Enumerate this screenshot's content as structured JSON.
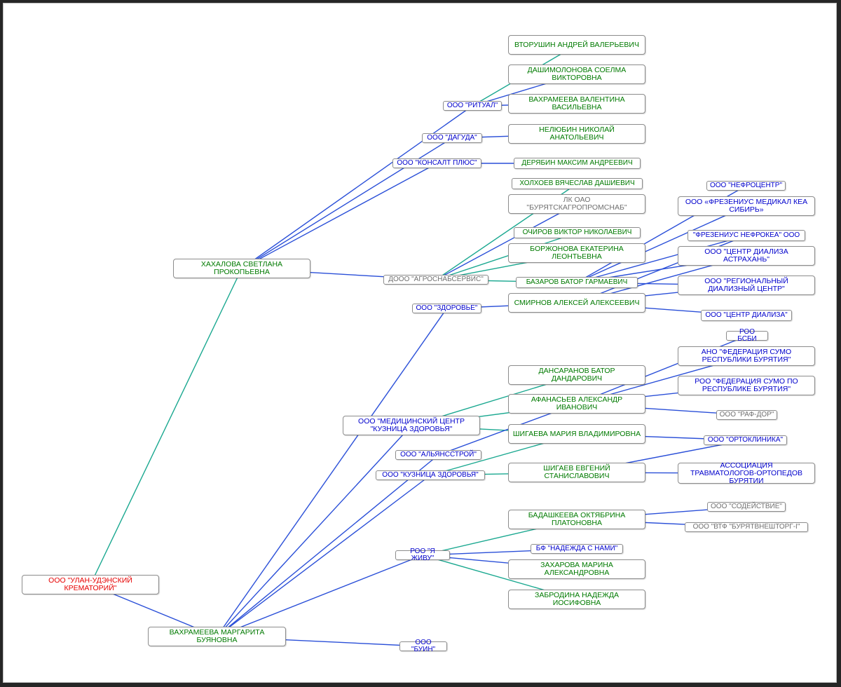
{
  "colors": {
    "person": "#007a00",
    "org": "#0000cc",
    "inactive": "#707070",
    "root": "#e60000",
    "edge_blue": "#2a4fd8",
    "edge_teal": "#1aa890"
  },
  "nodes": {
    "root": {
      "label": "ООО \"УЛАН-УДЭНСКИЙ\nКРЕМАТОРИЙ\"",
      "kind": "root"
    },
    "khakhalova": {
      "label": "ХАХАЛОВА СВЕТЛАНА\nПРОКОПЬЕВНА",
      "kind": "person"
    },
    "vakhrameeva_m": {
      "label": "ВАХРАМЕЕВА МАРГАРИТА\nБУЯНОВНА",
      "kind": "person"
    },
    "vtorushin": {
      "label": "ВТОРУШИН АНДРЕЙ ВАЛЕРЬЕВИЧ",
      "kind": "person"
    },
    "dashimolonova": {
      "label": "ДАШИМОЛОНОВА СОЕЛМА\nВИКТОРОВНА",
      "kind": "person"
    },
    "vakhrameeva_v": {
      "label": "ВАХРАМЕЕВА ВАЛЕНТИНА\nВАСИЛЬЕВНА",
      "kind": "person"
    },
    "nelyubin": {
      "label": "НЕЛЮБИН НИКОЛАЙ\nАНАТОЛЬЕВИЧ",
      "kind": "person"
    },
    "deryabin": {
      "label": "ДЕРЯБИН МАКСИМ АНДРЕЕВИЧ",
      "kind": "person"
    },
    "kholkhoev": {
      "label": "ХОЛХОЕВ ВЯЧЕСЛАВ ДАШИЕВИЧ",
      "kind": "person"
    },
    "lk_oao": {
      "label": "ЛК ОАО\n\"БУРЯТСКАГРОПРОМСНАБ\"",
      "kind": "inactive"
    },
    "ochirov": {
      "label": "ОЧИРОВ ВИКТОР НИКОЛАЕВИЧ",
      "kind": "person"
    },
    "borzhonova": {
      "label": "БОРЖОНОВА ЕКАТЕРИНА\nЛЕОНТЬЕВНА",
      "kind": "person"
    },
    "bazarov": {
      "label": "БАЗАРОВ БАТОР ГАРМАЕВИЧ",
      "kind": "person"
    },
    "smirnov": {
      "label": "СМИРНОВ АЛЕКСЕЙ АЛЕКСЕЕВИЧ",
      "kind": "person"
    },
    "nefrocentr": {
      "label": "ООО \"НЕФРОЦЕНТР\"",
      "kind": "org"
    },
    "fresenius_sib": {
      "label": "ООО «ФРЕЗЕНИУС МЕДИКАЛ КЕА\nСИБИРЬ»",
      "kind": "org"
    },
    "fresenius_nef": {
      "label": "\"ФРЕЗЕНИУС НЕФРОКЕА\" ООО",
      "kind": "org"
    },
    "dializ_astr": {
      "label": "ООО \"ЦЕНТР ДИАЛИЗА\nАСТРАХАНЬ\"",
      "kind": "org"
    },
    "reg_dializ": {
      "label": "ООО \"РЕГИОНАЛЬНЫЙ\nДИАЛИЗНЫЙ ЦЕНТР\"",
      "kind": "org"
    },
    "dializ_center": {
      "label": "ООО \"ЦЕНТР ДИАЛИЗА\"",
      "kind": "org"
    },
    "ritual": {
      "label": "ООО \"РИТУАЛ\"",
      "kind": "org"
    },
    "daguda": {
      "label": "ООО \"ДАГУДА\"",
      "kind": "org"
    },
    "konsalt": {
      "label": "ООО \"КОНСАЛТ ПЛЮС\"",
      "kind": "org"
    },
    "agrosnab": {
      "label": "ДООО \"АГРОСНАБСЕРВИС\"",
      "kind": "inactive"
    },
    "zdorovie": {
      "label": "ООО \"ЗДОРОВЬЕ\"",
      "kind": "org"
    },
    "roo_bsbi": {
      "label": "РОО БСБИ",
      "kind": "org"
    },
    "ano_sumo": {
      "label": "АНО \"ФЕДЕРАЦИЯ СУМО\nРЕСПУБЛИКИ БУРЯТИЯ\"",
      "kind": "org"
    },
    "roo_sumo": {
      "label": "РОО \"ФЕДЕРАЦИЯ СУМО ПО\nРЕСПУБЛИКЕ БУРЯТИЯ\"",
      "kind": "org"
    },
    "dansaranov": {
      "label": "ДАНСАРАНОВ БАТОР\nДАНДАРОВИЧ",
      "kind": "person"
    },
    "afanasiev": {
      "label": "АФАНАСЬЕВ АЛЕКСАНДР\nИВАНОВИЧ",
      "kind": "person"
    },
    "raf_dor": {
      "label": "ООО \"РАФ-ДОР\"",
      "kind": "inactive"
    },
    "med_center": {
      "label": "ООО \"МЕДИЦИНСКИЙ ЦЕНТР\n\"КУЗНИЦА ЗДОРОВЬЯ\"",
      "kind": "org"
    },
    "shigaeva": {
      "label": "ШИГАЕВА МАРИЯ ВЛАДИМИРОВНА",
      "kind": "person"
    },
    "ortoklinika": {
      "label": "ООО \"ОРТОКЛИНИКА\"",
      "kind": "org"
    },
    "alyansstroy": {
      "label": "ООО \"АЛЬЯНССТРОЙ\"",
      "kind": "org"
    },
    "kuznica": {
      "label": "ООО \"КУЗНИЦА ЗДОРОВЬЯ\"",
      "kind": "org"
    },
    "shigaev": {
      "label": "ШИГАЕВ ЕВГЕНИЙ\nСТАНИСЛАВОВИЧ",
      "kind": "person"
    },
    "assoc_travm": {
      "label": "АССОЦИАЦИЯ\nТРАВМАТОЛОГОВ-ОРТОПЕДОВ\nБУРЯТИИ",
      "kind": "org"
    },
    "badashkeeva": {
      "label": "БАДАШКЕЕВА ОКТЯБРИНА\nПЛАТОНОВНА",
      "kind": "person"
    },
    "sodeystvie": {
      "label": "ООО \"СОДЕЙСТВИЕ\"",
      "kind": "inactive"
    },
    "vtf": {
      "label": "ООО \"ВТФ \"БУРЯТВНЕШТОРГ-I\"",
      "kind": "inactive"
    },
    "roo_zhivu": {
      "label": "РОО \"Я ЖИВУ\"",
      "kind": "org"
    },
    "bf_nadezhda": {
      "label": "БФ \"НАДЕЖДА С НАМИ\"",
      "kind": "org"
    },
    "zakharova": {
      "label": "ЗАХАРОВА МАРИНА\nАЛЕКСАНДРОВНА",
      "kind": "person"
    },
    "zabrodina": {
      "label": "ЗАБРОДИНА НАДЕЖДА\nИОСИФОВНА",
      "kind": "person"
    },
    "buin": {
      "label": "ООО \"БУИН\"",
      "kind": "org"
    }
  },
  "edges": [
    [
      "root",
      "khakhalova",
      "teal"
    ],
    [
      "root",
      "vakhrameeva_m",
      "blue"
    ],
    [
      "khakhalova",
      "ritual",
      "blue"
    ],
    [
      "khakhalova",
      "daguda",
      "blue"
    ],
    [
      "khakhalova",
      "konsalt",
      "blue"
    ],
    [
      "khakhalova",
      "agrosnab",
      "blue"
    ],
    [
      "ritual",
      "vtorushin",
      "teal"
    ],
    [
      "ritual",
      "dashimolonova",
      "blue"
    ],
    [
      "ritual",
      "vakhrameeva_v",
      "blue"
    ],
    [
      "daguda",
      "nelyubin",
      "blue"
    ],
    [
      "konsalt",
      "deryabin",
      "blue"
    ],
    [
      "agrosnab",
      "kholkhoev",
      "teal"
    ],
    [
      "agrosnab",
      "lk_oao",
      "blue"
    ],
    [
      "agrosnab",
      "ochirov",
      "teal"
    ],
    [
      "agrosnab",
      "borzhonova",
      "teal"
    ],
    [
      "agrosnab",
      "bazarov",
      "teal"
    ],
    [
      "bazarov",
      "nefrocentr",
      "blue"
    ],
    [
      "bazarov",
      "fresenius_sib",
      "blue"
    ],
    [
      "bazarov",
      "fresenius_nef",
      "blue"
    ],
    [
      "bazarov",
      "dializ_astr",
      "blue"
    ],
    [
      "bazarov",
      "reg_dializ",
      "blue"
    ],
    [
      "smirnov",
      "fresenius_nef",
      "blue"
    ],
    [
      "smirnov",
      "dializ_astr",
      "blue"
    ],
    [
      "smirnov",
      "reg_dializ",
      "blue"
    ],
    [
      "smirnov",
      "dializ_center",
      "blue"
    ],
    [
      "zdorovie",
      "smirnov",
      "blue"
    ],
    [
      "vakhrameeva_m",
      "zdorovie",
      "blue"
    ],
    [
      "vakhrameeva_m",
      "med_center",
      "blue"
    ],
    [
      "vakhrameeva_m",
      "alyansstroy",
      "blue"
    ],
    [
      "vakhrameeva_m",
      "kuznica",
      "blue"
    ],
    [
      "vakhrameeva_m",
      "roo_zhivu",
      "blue"
    ],
    [
      "vakhrameeva_m",
      "buin",
      "blue"
    ],
    [
      "med_center",
      "dansaranov",
      "teal"
    ],
    [
      "med_center",
      "afanasiev",
      "teal"
    ],
    [
      "med_center",
      "shigaeva",
      "teal"
    ],
    [
      "afanasiev",
      "roo_bsbi",
      "blue"
    ],
    [
      "afanasiev",
      "ano_sumo",
      "blue"
    ],
    [
      "afanasiev",
      "roo_sumo",
      "blue"
    ],
    [
      "afanasiev",
      "raf_dor",
      "blue"
    ],
    [
      "afanasiev",
      "alyansstroy",
      "blue"
    ],
    [
      "shigaeva",
      "ortoklinika",
      "blue"
    ],
    [
      "shigaeva",
      "kuznica",
      "teal"
    ],
    [
      "kuznica",
      "shigaev",
      "teal"
    ],
    [
      "shigaev",
      "ortoklinika",
      "blue"
    ],
    [
      "shigaev",
      "assoc_travm",
      "blue"
    ],
    [
      "roo_zhivu",
      "badashkeeva",
      "teal"
    ],
    [
      "roo_zhivu",
      "bf_nadezhda",
      "blue"
    ],
    [
      "roo_zhivu",
      "zakharova",
      "blue"
    ],
    [
      "roo_zhivu",
      "zabrodina",
      "teal"
    ],
    [
      "badashkeeva",
      "sodeystvie",
      "blue"
    ],
    [
      "badashkeeva",
      "vtf",
      "blue"
    ]
  ]
}
